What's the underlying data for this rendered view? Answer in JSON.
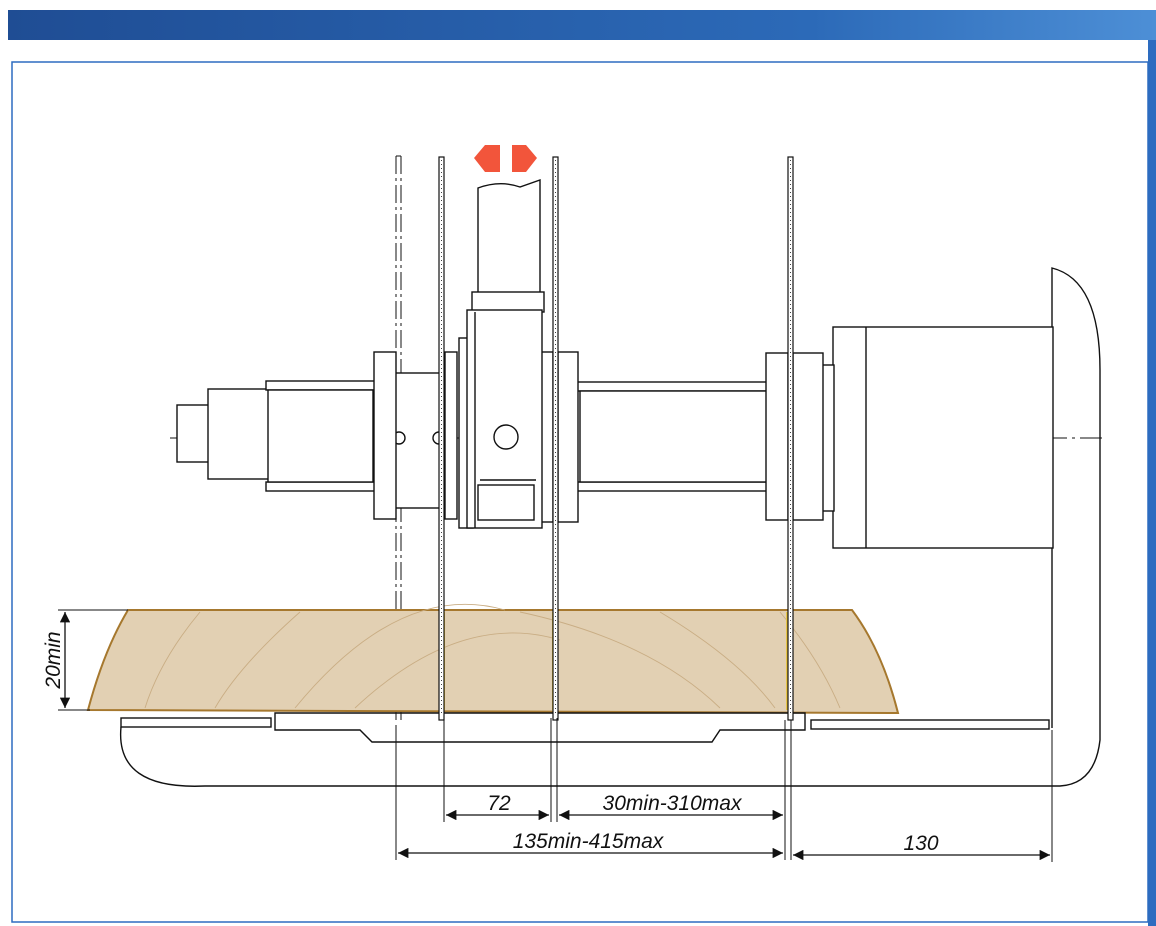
{
  "dimensions": {
    "board_thickness": "20min",
    "blade_gap": "72",
    "blade_spacing": "30min-310max",
    "cut_width": "135min-415max",
    "fence_offset": "130"
  },
  "colors": {
    "header_band": "#1f4d94",
    "frame_border": "#2d6cc0",
    "arrow": "#f2553b",
    "wood_fill": "#e2d0b3",
    "wood_edge": "#a6782e",
    "kerf": "#e8c547",
    "line": "#111111"
  },
  "icons": {
    "arrow_left": "arrow-left-icon",
    "arrow_right": "arrow-right-icon"
  }
}
